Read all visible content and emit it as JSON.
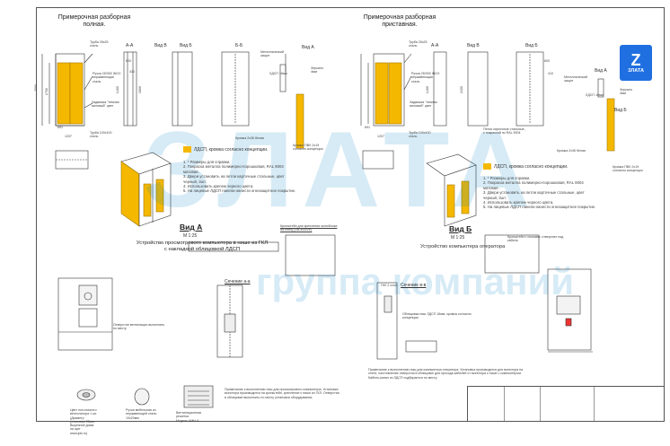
{
  "titles": {
    "full": [
      "Примерочная разборная",
      "полная."
    ],
    "attached": [
      "Примерочная разборная",
      "приставная."
    ]
  },
  "views": {
    "aa": "А-А",
    "vb": "Вид Б",
    "vv": "Вид В",
    "bb": "Б-Б",
    "va": "Вид А",
    "vv2": "Вид В",
    "aa2": "А-А",
    "vb2": "Вид Б",
    "va2": "Вид А",
    "vb3": "Вид Б"
  },
  "dims": {
    "h2500": "2500",
    "d1700": "1700",
    "d1400": "1400",
    "d1800": "1800",
    "d600": "600",
    "d410": "410",
    "d1207": "1207",
    "d691": "691",
    "d2400": "2400",
    "d1400b": "1400",
    "d600b": "600",
    "d410b": "410",
    "d1207b": "1207",
    "d691b": "691"
  },
  "labels_full": {
    "pipe25": [
      "Труба 25х25",
      "сталь"
    ],
    "handle": [
      "Ручка 25/300 INOX",
      "нержавеющая",
      "сталь"
    ],
    "glazing": [
      "Задвижка \"темная",
      "матовый\" цвет"
    ],
    "pipe100": [
      "Труба 100х100",
      "сталь"
    ],
    "lock": [
      "Металлический",
      "защит"
    ],
    "ldsp": "ЛДСП 16мм",
    "mirror": [
      "Зеркало",
      "4мм"
    ],
    "edge": "Кромка 2х36 белая",
    "edge_pvc": [
      "Кромка ПВХ 2х19",
      "согласно концепции"
    ]
  },
  "labels_attached": {
    "pipe25": [
      "Труба 25х25",
      "сталь"
    ],
    "handle": [
      "Ручка 25/300 INOX",
      "нержавеющая",
      "сталь"
    ],
    "glazing": [
      "Задвижка \"темная",
      "матовый\" цвет"
    ],
    "pipe100": [
      "Труба 100х100",
      "сталь"
    ],
    "hinge": [
      "Петли карточные стальные,",
      "с покраской по RAL 9004"
    ],
    "lock": [
      "Металлический",
      "защит"
    ],
    "ldsp": "ЛДСП 16мм",
    "mirror": [
      "Зеркало",
      "4мм"
    ],
    "edge": "Кромка 2х36 белая",
    "edge_pvc": [
      "Кромка ПВХ 2х19",
      "согласно концепции"
    ]
  },
  "legend_full": "ЛДСП, кромка согласно концепции.",
  "legend_attached": "ЛДСП, кромка согласно концепции.",
  "notes_full": [
    "1. * Размеры для справки.",
    "2. Покраска металла полимерно-порошковая, RAL 9004",
    "матовая.",
    "3. Двери установить на петли карточные стальные, цвет",
    "черный, 3шт.",
    "4. Использовать крепеж черного цвета.",
    "5. На лицевые ЛДСП панели нанести огнезащитное покрытие."
  ],
  "notes_attached": [
    "1. * Размеры для справки.",
    "2. Покраска металла полимерно-порошковая, RAL 9004",
    "матовая.",
    "3. Двери установить на петли карточные стальные, цвет",
    "черный, 3шт.",
    "4. Использовать крепеж черного цвета.",
    "5. На лицевые ЛДСП панели нанести огнезащитное покрытие."
  ],
  "view_a": {
    "title": "Вид А",
    "scale": "М 1:25",
    "subtitle": [
      "Устройство просмотрового компьютера в нише из ГКЛ",
      "с накладной облицовкой ЛДСП"
    ],
    "section": "Сечение а-а"
  },
  "view_b": {
    "title": "Вид Б",
    "scale": "М 1:25",
    "subtitle": "Устройство компьютера оператора",
    "section": "Сечение в-в"
  },
  "bracket_title": [
    "Кронштейн для крепления моноблока",
    "на стену (VB-400/VP)"
  ],
  "gkl_label": "ГКЛ 2 слоя",
  "devices": [
    [
      "Цвет потолочного",
      "вентилятора 1 шт",
      "(Диаметр",
      "установки 95мм.",
      "Вырезной диам.",
      "на щит",
      "www.lpls.ru)"
    ],
    [
      "Ручка мебельная из",
      "нержавеющей стали",
      "10х20мм"
    ],
    [
      "Вентиляционная",
      "решетка",
      "Модель АМН-А"
    ]
  ],
  "notes_a": "Примечание к выполнению ниш для просмотрового компьютера. Установка монитора производится на кронштейн, крепление к нише из ГКЛ. Отверстия в облицовке выполнить по месту установки оборудования.",
  "notes_b": "Примечание к выполнению ниш для компьютера оператора: Установка производится для монитора на стене, изготовление отверстия в облицовке для прохода кабелей от монитора к нише с компьютером. Кабель-канал из ЛДСП подбирается по месту.",
  "side_notes": [
    "Кронштейн с полками: отверстие под кабели",
    "Отверстия вентиляции выполнить по месту",
    "Облицовка ниш ЛДСП 16мм, кромка согласно концепции"
  ],
  "brand": {
    "logo_letter": "Z",
    "logo_name": "ЗЛАТА",
    "watermark_big": "ЗЛАТА",
    "watermark_small": "группа компаний"
  },
  "colors": {
    "ldsp": "#f5b800",
    "line": "#333333",
    "accent": "#1f6fe0"
  }
}
